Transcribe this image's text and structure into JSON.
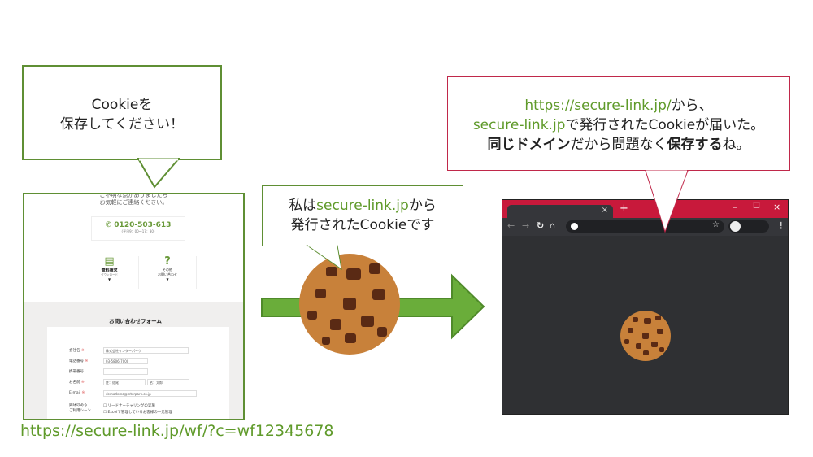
{
  "left_callout": {
    "line1": "Cookieを",
    "line2": "保存してください！"
  },
  "website": {
    "intro_line1": "ご不明な点がありましたら",
    "intro_line2": "お気軽にご連絡ください。",
    "phone": "0120-503-613",
    "hours": "(平日9：00〜17：30)",
    "menu": [
      {
        "label": "資料請求",
        "sub": "ダウンロード"
      },
      {
        "label": "その他",
        "sub": "お問い合わせ"
      }
    ],
    "form_title": "お問い合わせフォーム",
    "fields": [
      {
        "label": "会社名",
        "required": "※",
        "value": "株式会社インターパーク"
      },
      {
        "label": "電話番号",
        "required": "※",
        "value": "03-5806-7000"
      },
      {
        "label": "携帯番号",
        "required": "",
        "value": ""
      },
      {
        "label": "お名前",
        "required": "※",
        "value": "姓：佐尾",
        "value2": "名：太郎"
      },
      {
        "label": "E-mail",
        "required": "※",
        "value": "demodemo@interpark.co.jp"
      }
    ],
    "scene_label1": "興味のある",
    "scene_label2": "ご利用シーン",
    "scene_options": [
      "リードナーチャリングの実施",
      "Excelで管理しているお客様の一元管理"
    ],
    "url": "https://secure-link.jp/wf/?c=wf12345678"
  },
  "middle_callout": {
    "pre": "私は",
    "domain": "secure-link.jp",
    "post": "から",
    "line2": "発行されたCookieです"
  },
  "right_callout": {
    "url": "https://secure-link.jp/",
    "url_post": "から、",
    "domain": "secure-link.jp",
    "line2_post": "で発行されたCookieが届いた。",
    "l3a": "同じドメイン",
    "l3b": "だから問題なく",
    "l3c": "保存する",
    "l3d": "ね。"
  },
  "browser": {
    "close_tab": "×",
    "new_tab": "+",
    "min": "–",
    "max": "☐",
    "close": "×"
  },
  "colors": {
    "green": "#5f9a2a",
    "crimson": "#c8193b",
    "cookie": "#c8813a"
  }
}
